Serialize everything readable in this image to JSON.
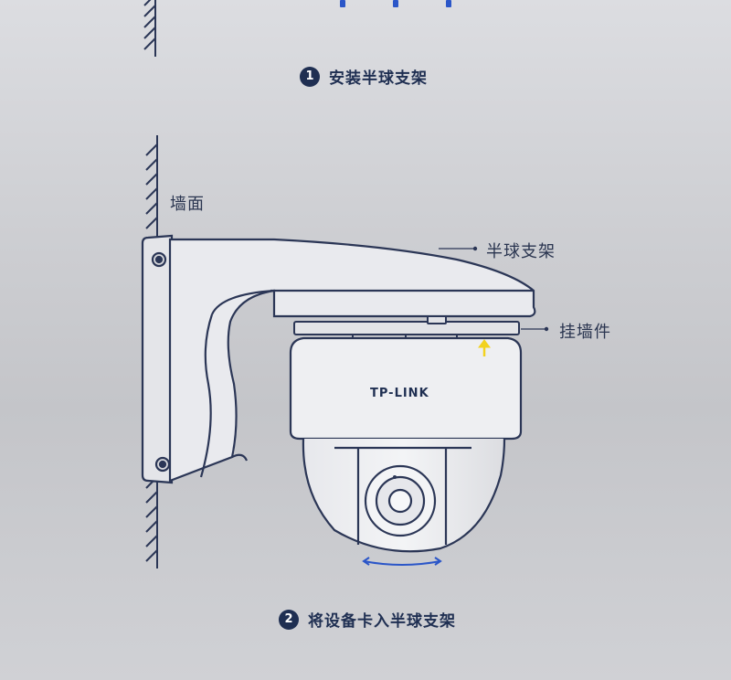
{
  "step1": {
    "number": "1",
    "text": "安装半球支架"
  },
  "step2": {
    "number": "2",
    "text": "将设备卡入半球支架"
  },
  "labels": {
    "wall": "墙面",
    "bracket": "半球支架",
    "mount": "挂墙件",
    "brand": "TP-LINK"
  },
  "colors": {
    "line": "#2b3656",
    "accent_blue": "#2b56c8",
    "arrow_yellow": "#f2d21e",
    "dark_navy": "#1f2f52"
  }
}
